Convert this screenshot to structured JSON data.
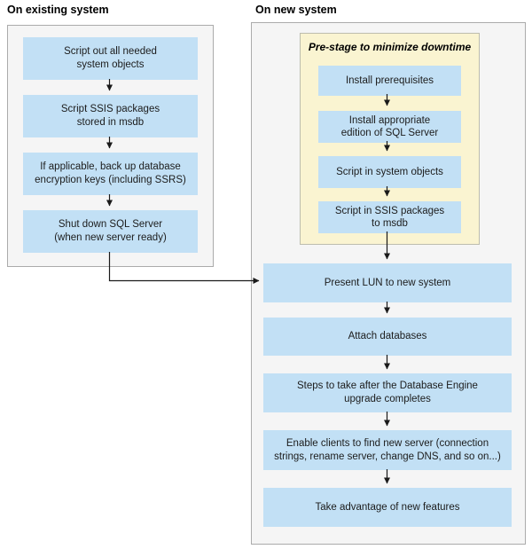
{
  "existing_system": {
    "header": "On existing system",
    "steps": [
      "Script out all needed\nsystem objects",
      "Script SSIS packages\nstored in msdb",
      "If applicable, back up database\nencryption keys (including SSRS)",
      "Shut down SQL Server\n(when new server ready)"
    ]
  },
  "new_system": {
    "header": "On new system",
    "prestage": {
      "title": "Pre-stage to minimize downtime",
      "steps": [
        "Install prerequisites",
        "Install appropriate\nedition of SQL Server",
        "Script in system objects",
        "Script in SSIS packages\nto msdb"
      ]
    },
    "steps": [
      "Present LUN to new system",
      "Attach databases",
      "Steps to take after the Database Engine\nupgrade completes",
      "Enable clients to find new server (connection\nstrings, rename server, change DNS, and so on...)",
      "Take advantage of new features"
    ]
  },
  "colors": {
    "step_box_fill": "#c2e0f5",
    "panel_fill": "#f5f5f5",
    "panel_border": "#ababab",
    "prestage_fill": "#faf4d1",
    "prestage_border": "#bdbdae",
    "arrow": "#1a1a1a"
  }
}
